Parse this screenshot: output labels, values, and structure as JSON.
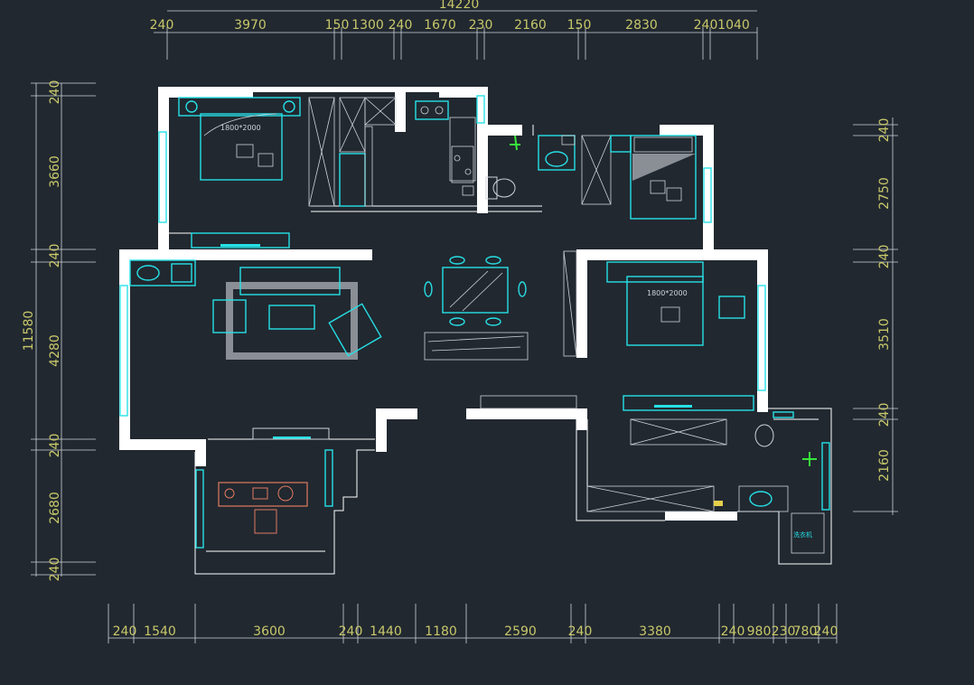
{
  "drawing": {
    "overall_width": "14220",
    "overall_height": "11580",
    "top_dims": [
      "240",
      "3970",
      "150",
      "1300",
      "240",
      "1670",
      "230",
      "2160",
      "150",
      "2830",
      "240",
      "1040"
    ],
    "bottom_dims": [
      "240",
      "1540",
      "3600",
      "240",
      "1440",
      "1180",
      "2590",
      "240",
      "3380",
      "240",
      "980",
      "230",
      "780",
      "240"
    ],
    "left_dims": [
      "240",
      "3660",
      "240",
      "4280",
      "240",
      "2680",
      "240"
    ],
    "right_dims": [
      "240",
      "2750",
      "240",
      "3510",
      "240",
      "2160"
    ],
    "bed_labels": [
      "1800*2000",
      "1800*2000"
    ],
    "washer_label": "洗衣机"
  },
  "colors": {
    "background": "#212830",
    "dimension": "#c9c86a",
    "wall": "#ffffff",
    "furniture": "#27e0e6",
    "accent": "#e07a5f",
    "plant": "#36e83a"
  }
}
